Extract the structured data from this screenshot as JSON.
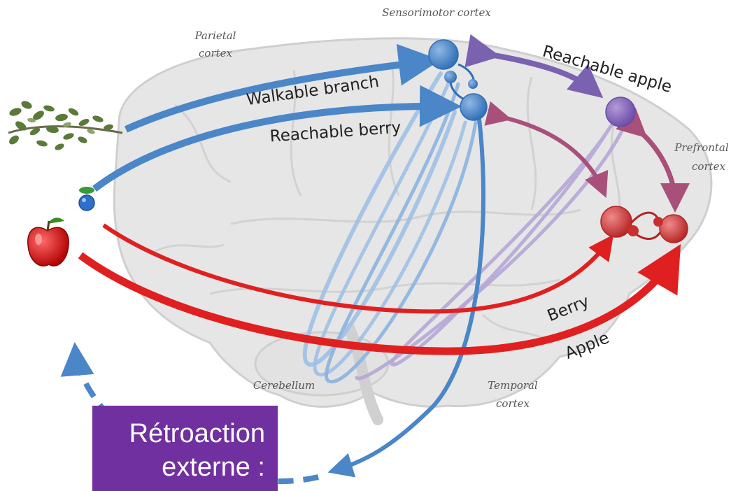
{
  "colors": {
    "blue": "#4a86c8",
    "purple": "#7a62b0",
    "red": "#e02020",
    "callout_bg": "#7030a0",
    "brain_fill": "#e6e6e6"
  },
  "regions": {
    "sensorimotor": "Sensorimotor cortex",
    "parietal_1": "Parietal",
    "parietal_2": "cortex",
    "prefrontal_1": "Prefrontal",
    "prefrontal_2": "cortex",
    "cerebellum": "Cerebellum",
    "temporal_1": "Temporal",
    "temporal_2": "cortex"
  },
  "arrows": {
    "walkable_branch": "Walkable branch",
    "reachable_berry": "Reachable berry",
    "reachable_apple": "Reachable apple",
    "berry": "Berry",
    "apple": "Apple"
  },
  "icons": [
    "leaves-icon",
    "berry-icon",
    "apple-icon"
  ],
  "callout": {
    "line1": "Rétroaction",
    "line2": "externe :"
  }
}
